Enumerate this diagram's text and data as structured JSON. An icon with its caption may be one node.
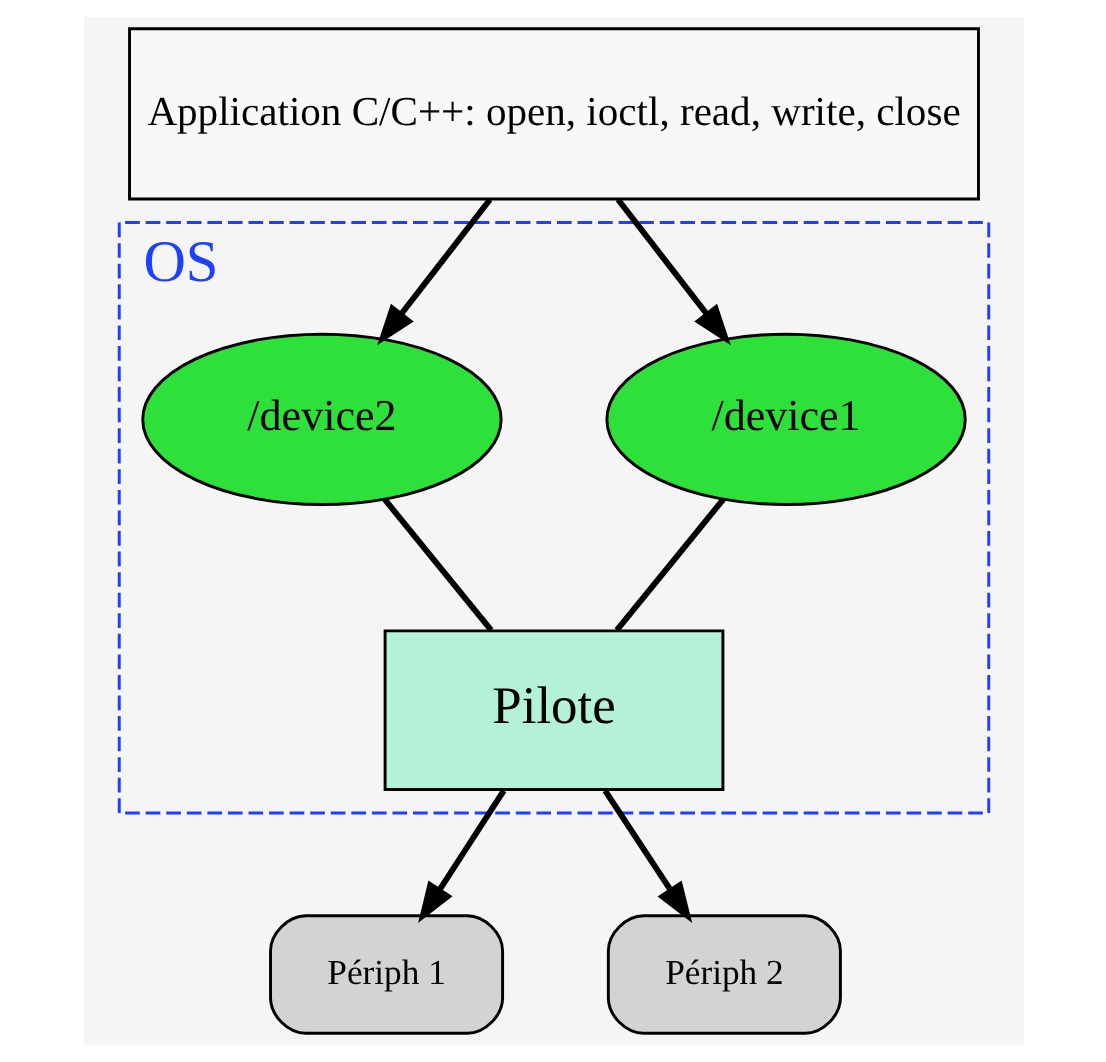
{
  "diagram": {
    "nodes": [
      {
        "text": [
          "Application C/C++: open, ioctl, read, write, close"
        ]
      },
      {
        "text": [
          "OS"
        ]
      },
      {
        "text": [
          "/device1"
        ],
        "in": 1
      },
      {
        "text": [
          "/device2"
        ],
        "in": 1
      },
      {
        "text": [
          "Pilote"
        ],
        "in": 1
      },
      {
        "text": [
          "Périph 1"
        ]
      },
      {
        "text": [
          "Périph 2"
        ]
      }
    ],
    "edges": [
      {
        "from": 0,
        "to": 2,
        "arrow": "to"
      },
      {
        "from": 0,
        "to": 3,
        "arrow": "to"
      },
      {
        "from": 2,
        "to": 4,
        "arrow": "none"
      },
      {
        "from": 3,
        "to": 4,
        "arrow": "none"
      },
      {
        "from": 4,
        "to": 5,
        "arrow": "to"
      },
      {
        "from": 4,
        "to": 6,
        "arrow": "to"
      }
    ]
  }
}
